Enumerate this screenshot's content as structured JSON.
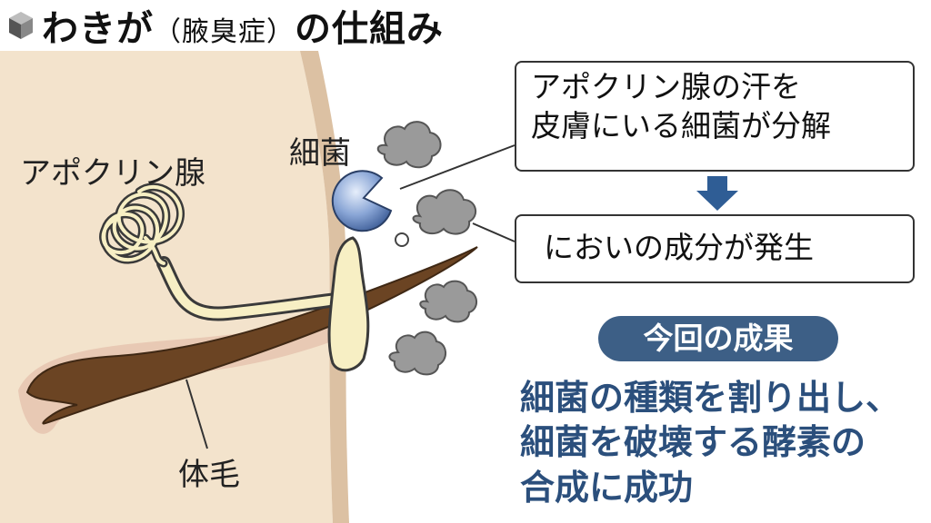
{
  "title": {
    "main": "わきが",
    "sub": "（腋臭症）",
    "tail": "の仕組み"
  },
  "labels": {
    "bacteria": "細菌",
    "apocrine_gland": "アポクリン腺",
    "body_hair": "体毛"
  },
  "callouts": {
    "decompose": [
      "アポクリン腺の汗を",
      "皮膚にいる細菌が分解"
    ],
    "odor": "においの成分が発生"
  },
  "result": {
    "badge": "今回の成果",
    "lines": [
      "細菌の種類を割り出し、",
      "細菌を破壊する酵素の",
      "合成に成功"
    ]
  },
  "colors": {
    "skin": "#f3e3cc",
    "skin_edge": "#dcc1a3",
    "hair": "#6b4423",
    "gland": "#f7efc4",
    "bacteria": "#5f7fb8",
    "smoke": "#9a9a9a",
    "arrow": "#2f5d95",
    "badge": "#3d5f86",
    "result_text": "#2b4f7c"
  }
}
